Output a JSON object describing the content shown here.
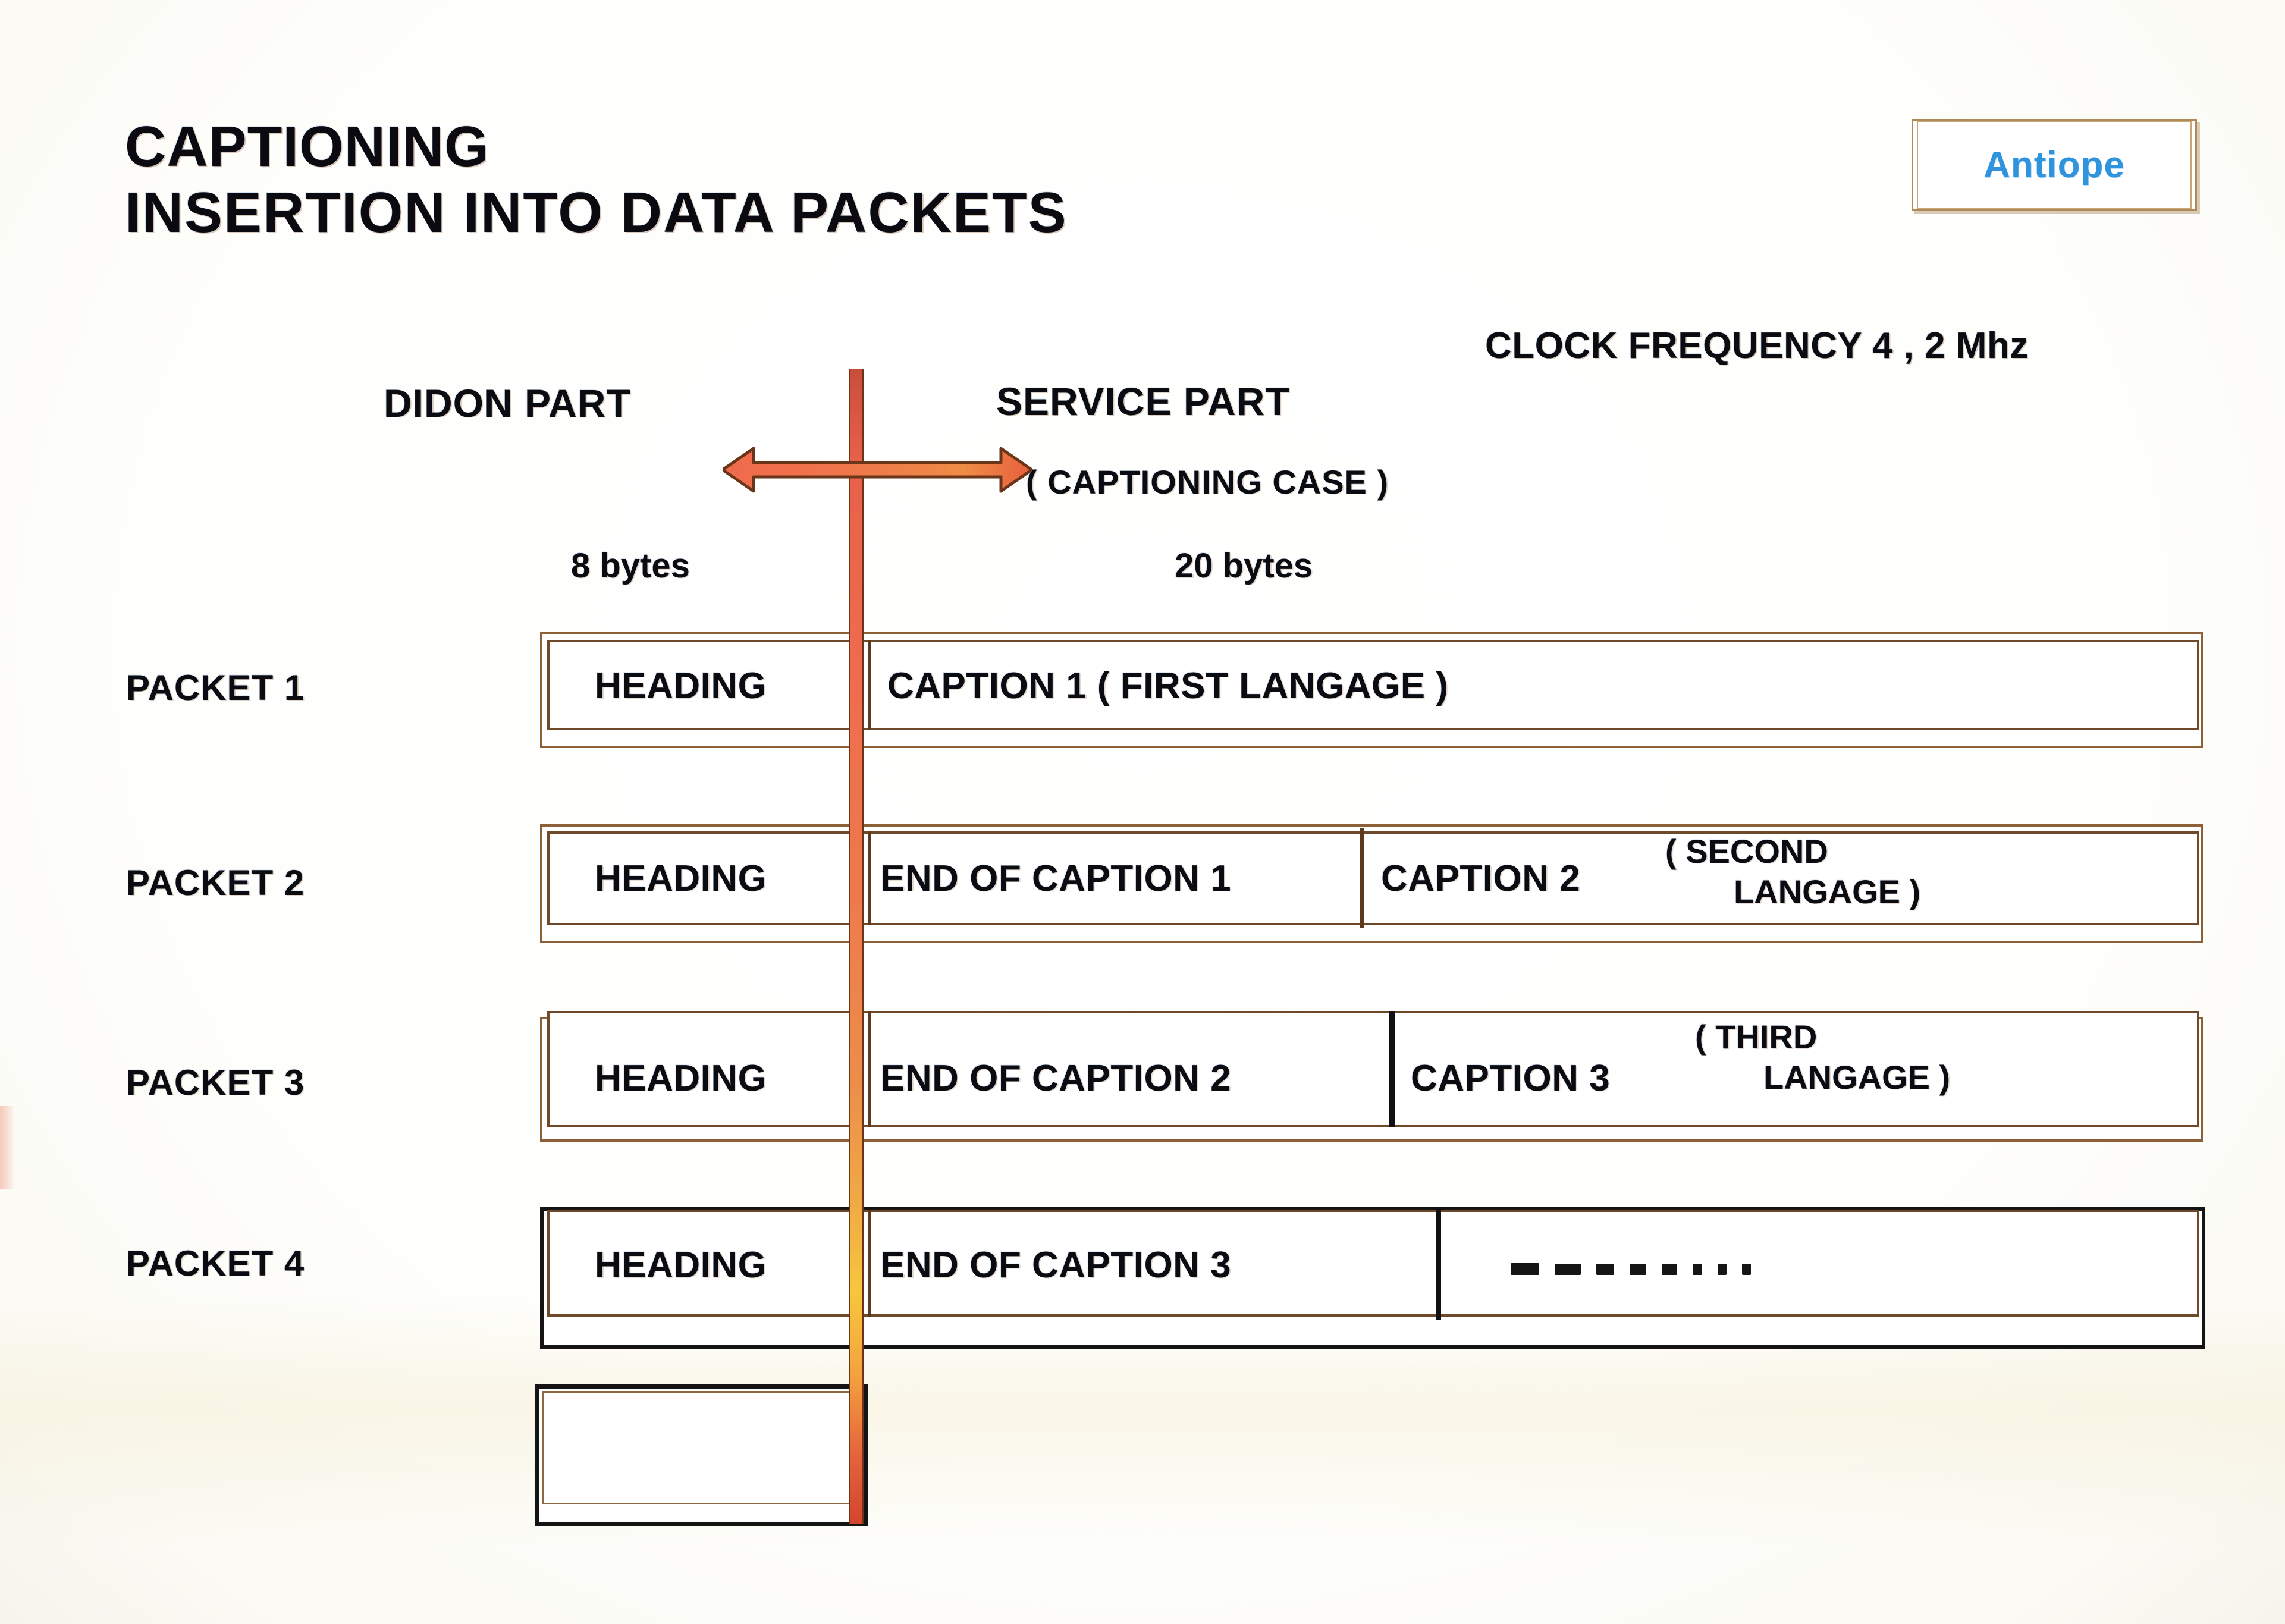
{
  "title": {
    "line1": "CAPTIONING",
    "line2": "INSERTION INTO DATA PACKETS"
  },
  "logo": {
    "text": "Antiope",
    "color": "#2f93de"
  },
  "annotations": {
    "clock_frequency": "CLOCK FREQUENCY 4 , 2 Mhz",
    "didon_part": "DIDON PART",
    "service_part": "SERVICE  PART",
    "captioning_case": "( CAPTIONING  CASE )",
    "didon_bytes": "8 bytes",
    "service_bytes": "20 bytes",
    "divider_color": "#ee6b4a",
    "arrow_name": "double-headed-split-arrow"
  },
  "packets": [
    {
      "label": "PACKET  1",
      "heading": "HEADING",
      "fields": [
        {
          "text": "CAPTION 1  ( FIRST  LANGAGE )",
          "lang_line1": "",
          "lang_line2": ""
        }
      ]
    },
    {
      "label": "PACKET  2",
      "heading": "HEADING",
      "fields": [
        {
          "text": "END OF CAPTION 1",
          "lang_line1": "",
          "lang_line2": ""
        },
        {
          "text": "CAPTION 2",
          "lang_line1": "( SECOND",
          "lang_line2": "LANGAGE )"
        }
      ]
    },
    {
      "label": "PACKET  3",
      "heading": "HEADING",
      "fields": [
        {
          "text": "END OF CAPTION 2",
          "lang_line1": "",
          "lang_line2": ""
        },
        {
          "text": "CAPTION 3",
          "lang_line1": "( THIRD",
          "lang_line2": "LANGAGE )"
        }
      ]
    },
    {
      "label": "PACKET  4",
      "heading": "HEADING",
      "fields": [
        {
          "text": "END OF CAPTION 3",
          "lang_line1": "",
          "lang_line2": ""
        },
        {
          "text": "",
          "lang_line1": "",
          "lang_line2": "",
          "dashes": "- - - - . . . ."
        }
      ]
    }
  ],
  "bottom_box": {
    "label": ""
  }
}
